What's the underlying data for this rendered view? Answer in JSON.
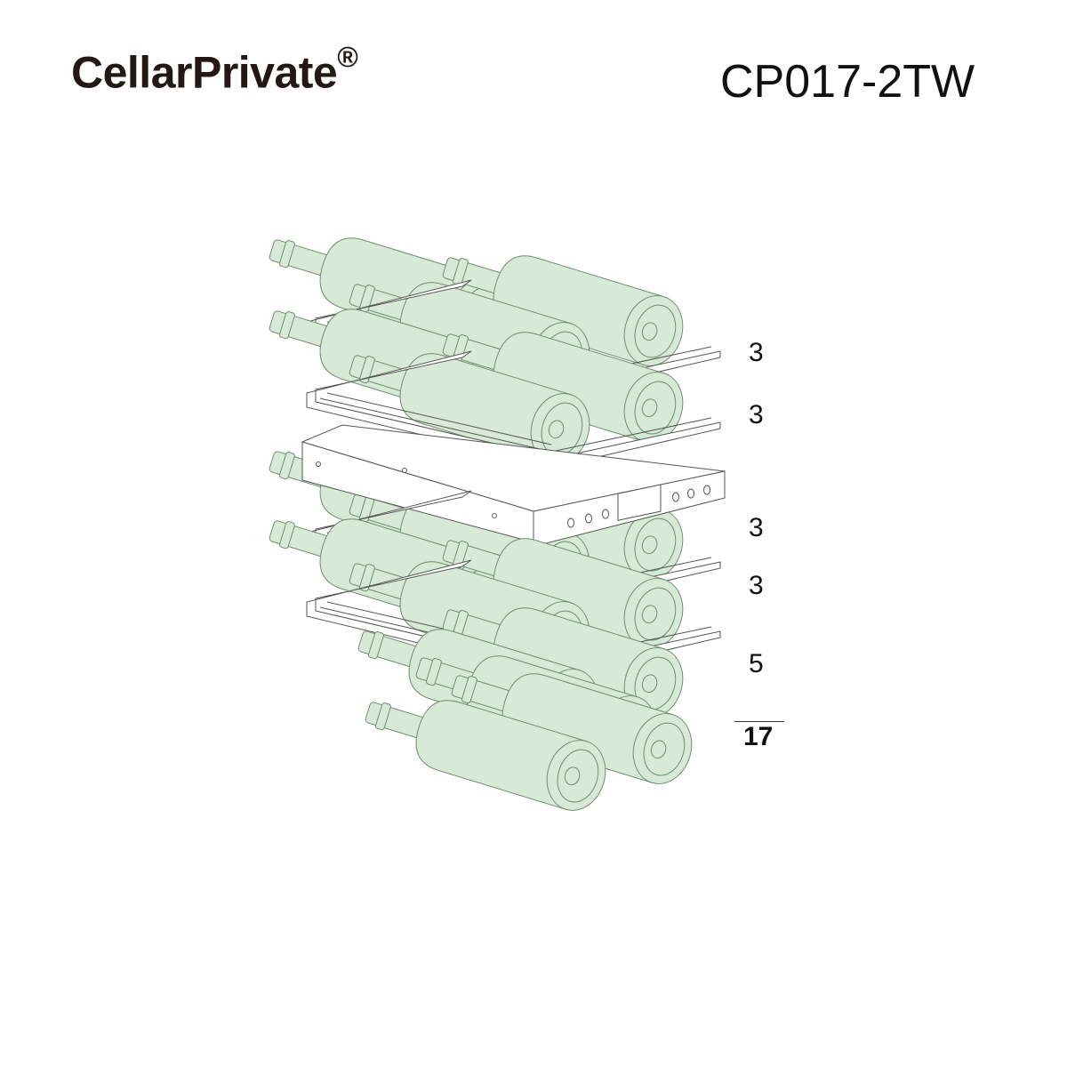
{
  "header": {
    "brand": "CellarPrivate",
    "brand_mark": "®",
    "model": "CP017-2TW"
  },
  "shelf_counts": [
    "3",
    "3",
    "3",
    "3",
    "5"
  ],
  "total": "17",
  "colors": {
    "bottle_fill": "#d6ead6",
    "bottle_stroke": "#6f8f6f",
    "frame_stroke": "#555555"
  }
}
